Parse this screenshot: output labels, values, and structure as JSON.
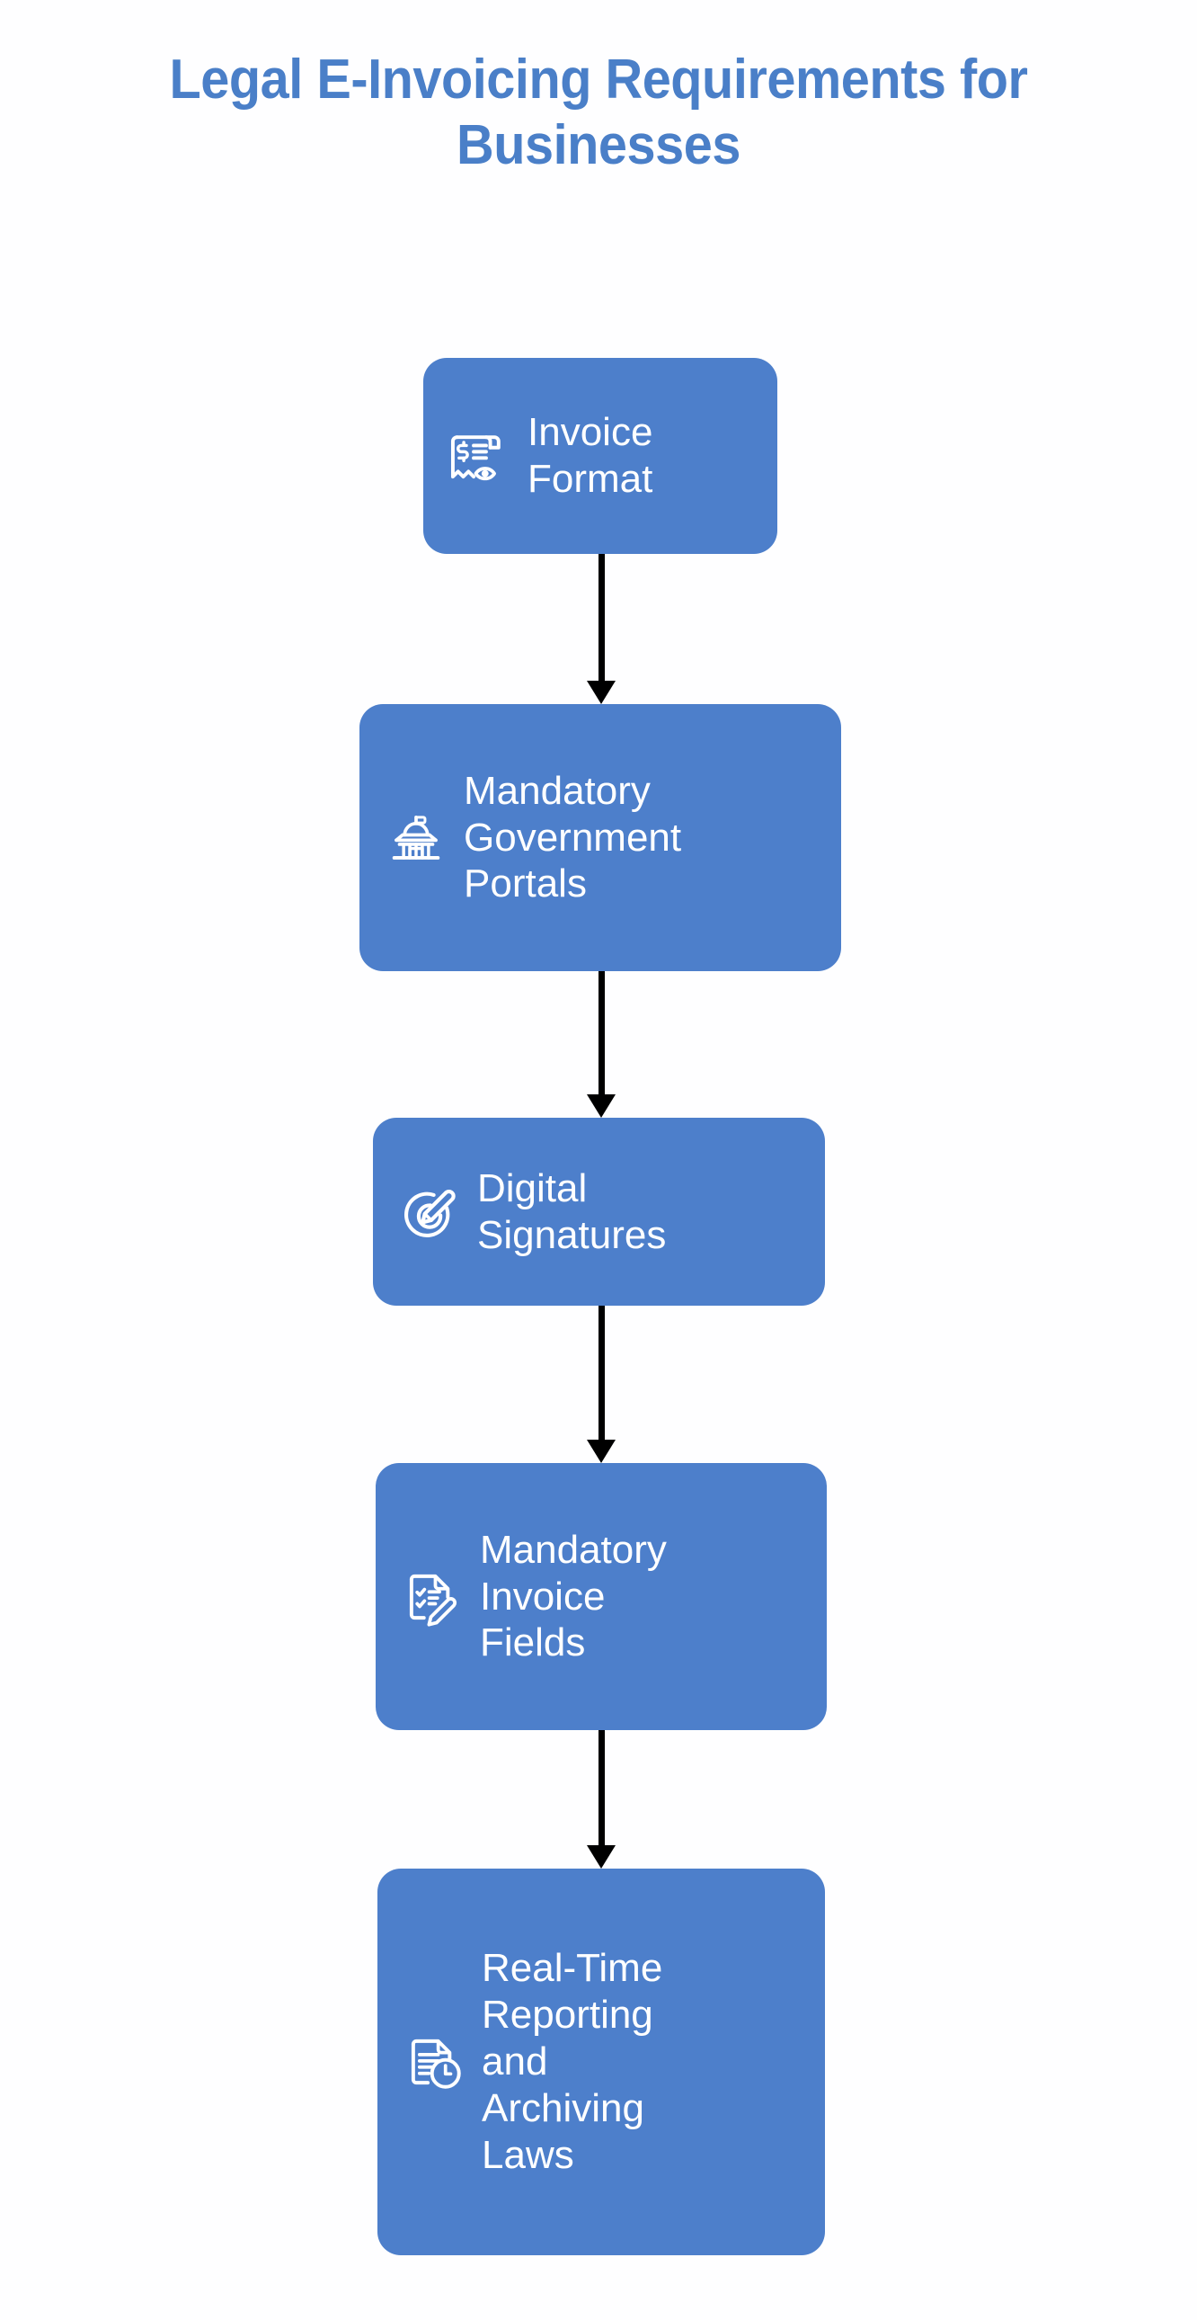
{
  "page": {
    "title": "Legal E-Invoicing Requirements for Businesses",
    "title_line_1": "Legal E-Invoicing Requirements for",
    "title_line_2": "Businesses",
    "background_color": "#ffffff",
    "title_color": "#4a7fc8",
    "node_color": "#4d7fcb",
    "node_text_color": "#ffffff",
    "arrow_color": "#000000",
    "diagram_type": "vertical-flowchart",
    "node_count": 5,
    "arrow_count": 4
  },
  "nodes": [
    {
      "id": "invoice-format",
      "label": "Invoice\nFormat",
      "label_plain": "Invoice Format",
      "icon": "invoice-receipt-eye-icon",
      "order": 1
    },
    {
      "id": "mandatory-government-portals",
      "label": "Mandatory\nGovernment\nPortals",
      "label_plain": "Mandatory Government Portals",
      "icon": "government-building-icon",
      "order": 2
    },
    {
      "id": "digital-signatures",
      "label": "Digital\nSignatures",
      "label_plain": "Digital Signatures",
      "icon": "signature-pen-circle-icon",
      "order": 3
    },
    {
      "id": "mandatory-invoice-fields",
      "label": "Mandatory\nInvoice\nFields",
      "label_plain": "Mandatory Invoice Fields",
      "icon": "checklist-document-pencil-icon",
      "order": 4
    },
    {
      "id": "real-time-reporting-and-archiving-laws",
      "label": "Real-Time\nReporting\nand\nArchiving\nLaws",
      "label_plain": "Real-Time Reporting and Archiving Laws",
      "icon": "document-clock-icon",
      "order": 5
    }
  ],
  "arrows": [
    {
      "id": "arrow-invoice-format-to-portals",
      "from": "invoice-format",
      "to": "mandatory-government-portals",
      "direction": "down"
    },
    {
      "id": "arrow-portals-to-signatures",
      "from": "mandatory-government-portals",
      "to": "digital-signatures",
      "direction": "down"
    },
    {
      "id": "arrow-signatures-to-fields",
      "from": "digital-signatures",
      "to": "mandatory-invoice-fields",
      "direction": "down"
    },
    {
      "id": "arrow-fields-to-reporting",
      "from": "mandatory-invoice-fields",
      "to": "real-time-reporting-and-archiving-laws",
      "direction": "down"
    }
  ]
}
